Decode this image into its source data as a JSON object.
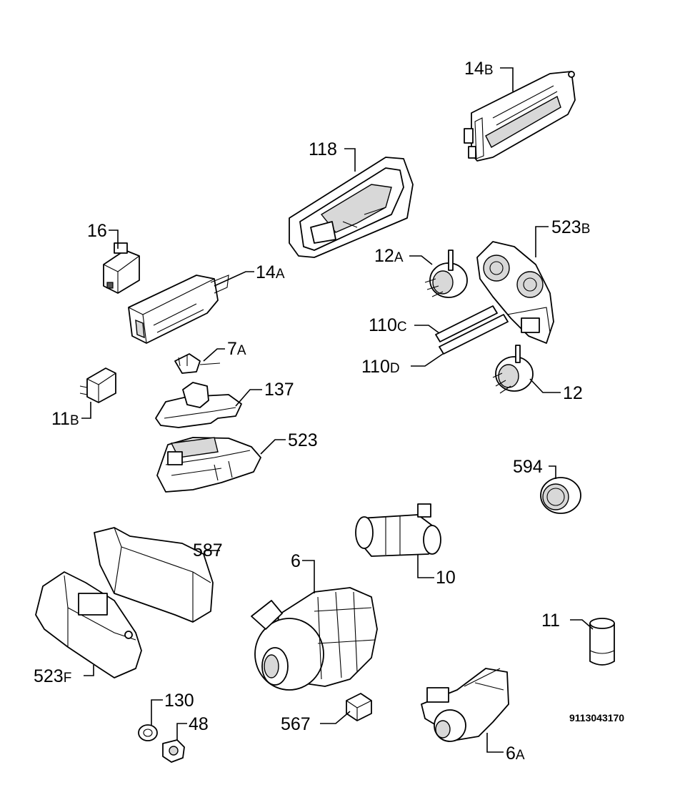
{
  "diagram": {
    "code": "9113043170",
    "labels": {
      "p14b": {
        "num": "14",
        "suffix": "B"
      },
      "p118": {
        "num": "118",
        "suffix": ""
      },
      "p16": {
        "num": "16",
        "suffix": ""
      },
      "p14a": {
        "num": "14",
        "suffix": "A"
      },
      "p523b": {
        "num": "523",
        "suffix": "B"
      },
      "p12a": {
        "num": "12",
        "suffix": "A"
      },
      "p110c": {
        "num": "110",
        "suffix": "C"
      },
      "p110d": {
        "num": "110",
        "suffix": "D"
      },
      "p12": {
        "num": "12",
        "suffix": ""
      },
      "p7a": {
        "num": "7",
        "suffix": "A"
      },
      "p137": {
        "num": "137",
        "suffix": ""
      },
      "p11b": {
        "num": "11",
        "suffix": "B"
      },
      "p523": {
        "num": "523",
        "suffix": ""
      },
      "p594": {
        "num": "594",
        "suffix": ""
      },
      "p587": {
        "num": "587",
        "suffix": ""
      },
      "p6": {
        "num": "6",
        "suffix": ""
      },
      "p10": {
        "num": "10",
        "suffix": ""
      },
      "p11": {
        "num": "11",
        "suffix": ""
      },
      "p523f": {
        "num": "523",
        "suffix": "F"
      },
      "p130": {
        "num": "130",
        "suffix": ""
      },
      "p48": {
        "num": "48",
        "suffix": ""
      },
      "p567": {
        "num": "567",
        "suffix": ""
      },
      "p6a": {
        "num": "6",
        "suffix": "A"
      }
    }
  }
}
